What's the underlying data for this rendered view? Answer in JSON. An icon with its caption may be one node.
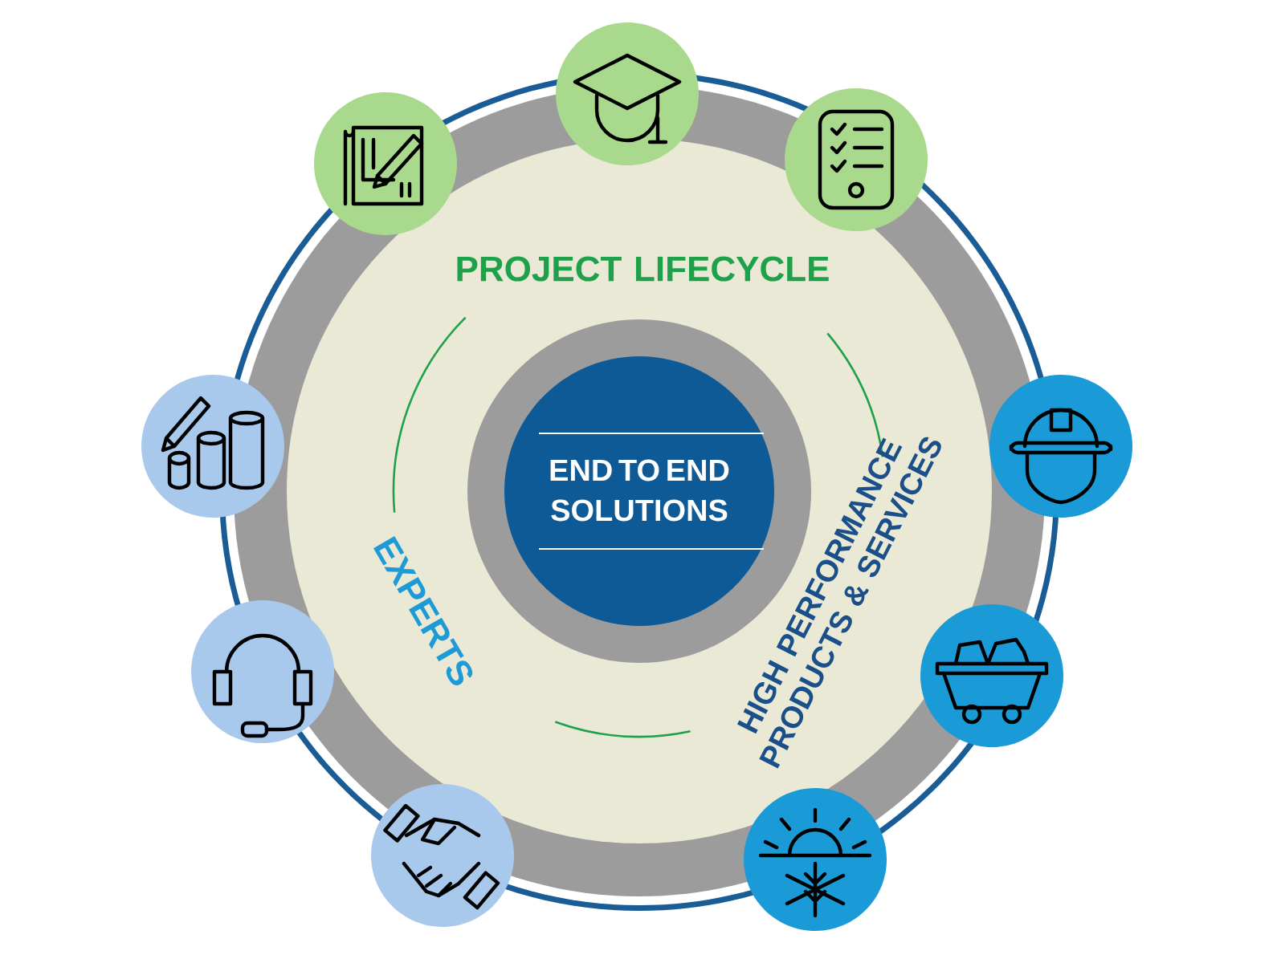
{
  "diagram": {
    "nodes": [
      {
        "text": [
          "END TO END SOLUTIONS"
        ]
      },
      {
        "text": [],
        "shape": "circle"
      },
      {
        "text": [],
        "shape": "circle"
      },
      {
        "text": [],
        "shape": "circle"
      },
      {
        "text": [],
        "shape": "circle"
      },
      {
        "text": [],
        "shape": "circle"
      },
      {
        "text": [],
        "shape": "circle"
      },
      {
        "text": [],
        "shape": "circle"
      },
      {
        "text": [],
        "shape": "circle"
      },
      {
        "text": [],
        "shape": "circle"
      }
    ],
    "labels": [
      "PROJECT LIFECYCLE",
      "EXPERTS",
      "HIGH PERFORMANCE PRODUCTS & SERVICES"
    ]
  }
}
